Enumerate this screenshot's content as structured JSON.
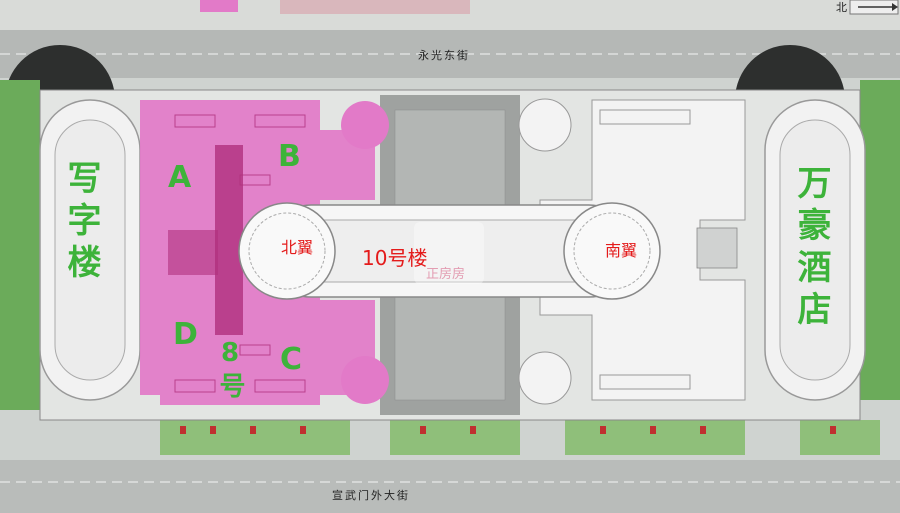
{
  "streets": {
    "north": "永光东街",
    "south": "宣武门外大街"
  },
  "compass": {
    "north_label": "北"
  },
  "buildings": {
    "office": "写字楼",
    "hotel": "万豪酒店",
    "center": "10号楼",
    "north_wing": "北翼",
    "south_wing": "南翼",
    "building8": "8号"
  },
  "zones": [
    "A",
    "B",
    "C",
    "D"
  ],
  "watermark": {
    "text": "正房房"
  },
  "colors": {
    "highlight": "#e27ac8",
    "label_green": "#3db33a",
    "label_red": "#e41b1b",
    "ground": "#cfd3d0",
    "road": "#b9bcba",
    "grass": "#59a84a"
  }
}
